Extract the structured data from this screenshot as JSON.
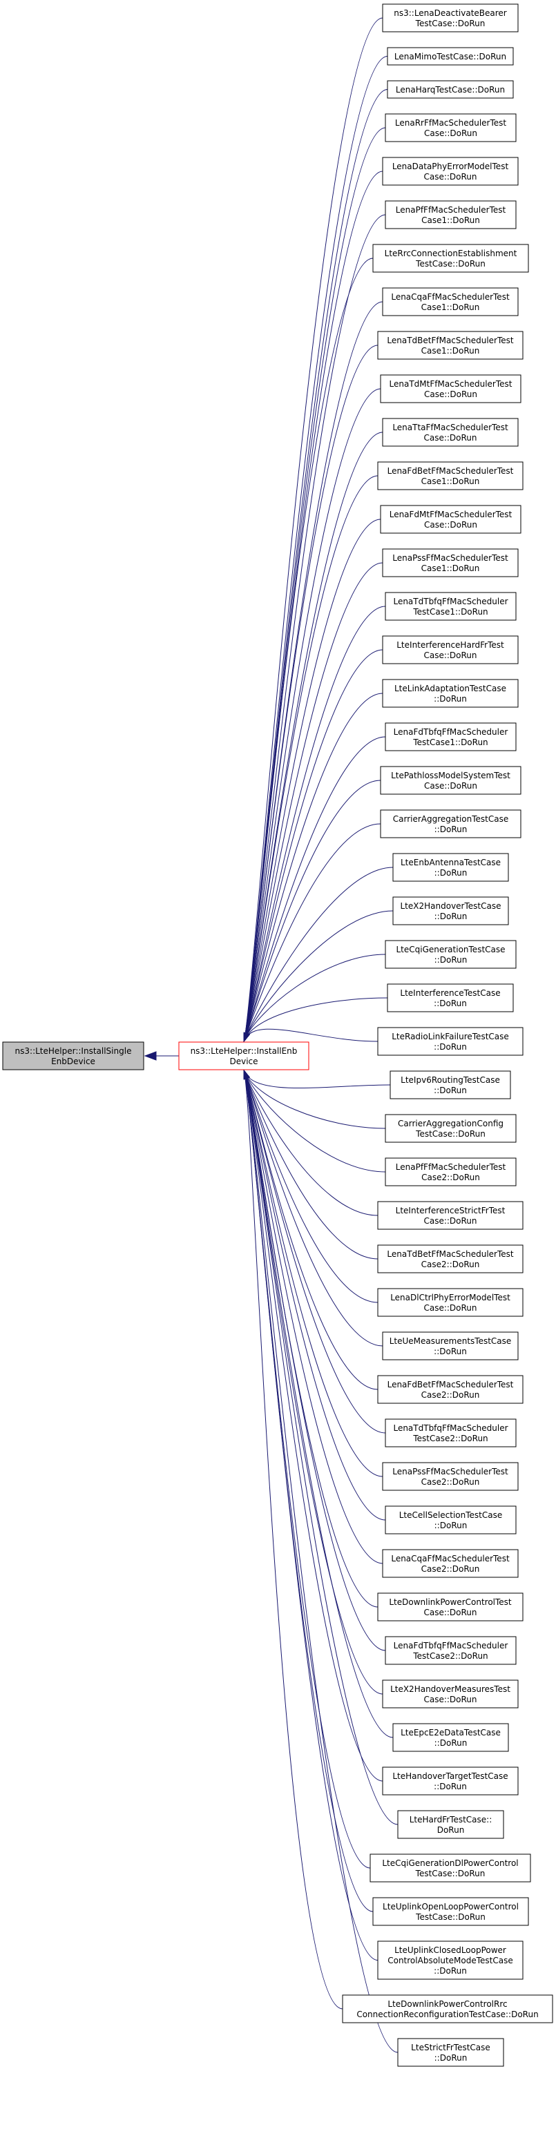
{
  "graph": {
    "root": {
      "lines": [
        "ns3::LteHelper::InstallSingle",
        "EnbDevice"
      ]
    },
    "hub": {
      "lines": [
        "ns3::LteHelper::InstallEnb",
        "Device"
      ]
    },
    "callers": [
      {
        "lines": [
          "ns3::LenaDeactivateBearer",
          "TestCase::DoRun"
        ]
      },
      {
        "lines": [
          "LenaMimoTestCase::DoRun"
        ]
      },
      {
        "lines": [
          "LenaHarqTestCase::DoRun"
        ]
      },
      {
        "lines": [
          "LenaRrFfMacSchedulerTest",
          "Case::DoRun"
        ]
      },
      {
        "lines": [
          "LenaDataPhyErrorModelTest",
          "Case::DoRun"
        ]
      },
      {
        "lines": [
          "LenaPfFfMacSchedulerTest",
          "Case1::DoRun"
        ]
      },
      {
        "lines": [
          "LteRrcConnectionEstablishment",
          "TestCase::DoRun"
        ]
      },
      {
        "lines": [
          "LenaCqaFfMacSchedulerTest",
          "Case1::DoRun"
        ]
      },
      {
        "lines": [
          "LenaTdBetFfMacSchedulerTest",
          "Case1::DoRun"
        ]
      },
      {
        "lines": [
          "LenaTdMtFfMacSchedulerTest",
          "Case::DoRun"
        ]
      },
      {
        "lines": [
          "LenaTtaFfMacSchedulerTest",
          "Case::DoRun"
        ]
      },
      {
        "lines": [
          "LenaFdBetFfMacSchedulerTest",
          "Case1::DoRun"
        ]
      },
      {
        "lines": [
          "LenaFdMtFfMacSchedulerTest",
          "Case::DoRun"
        ]
      },
      {
        "lines": [
          "LenaPssFfMacSchedulerTest",
          "Case1::DoRun"
        ]
      },
      {
        "lines": [
          "LenaTdTbfqFfMacScheduler",
          "TestCase1::DoRun"
        ]
      },
      {
        "lines": [
          "LteInterferenceHardFrTest",
          "Case::DoRun"
        ]
      },
      {
        "lines": [
          "LteLinkAdaptationTestCase",
          "::DoRun"
        ]
      },
      {
        "lines": [
          "LenaFdTbfqFfMacScheduler",
          "TestCase1::DoRun"
        ]
      },
      {
        "lines": [
          "LtePathlossModelSystemTest",
          "Case::DoRun"
        ]
      },
      {
        "lines": [
          "CarrierAggregationTestCase",
          "::DoRun"
        ]
      },
      {
        "lines": [
          "LteEnbAntennaTestCase",
          "::DoRun"
        ]
      },
      {
        "lines": [
          "LteX2HandoverTestCase",
          "::DoRun"
        ]
      },
      {
        "lines": [
          "LteCqiGenerationTestCase",
          "::DoRun"
        ]
      },
      {
        "lines": [
          "LteInterferenceTestCase",
          "::DoRun"
        ]
      },
      {
        "lines": [
          "LteRadioLinkFailureTestCase",
          "::DoRun"
        ]
      },
      {
        "lines": [
          "LteIpv6RoutingTestCase",
          "::DoRun"
        ]
      },
      {
        "lines": [
          "CarrierAggregationConfig",
          "TestCase::DoRun"
        ]
      },
      {
        "lines": [
          "LenaPfFfMacSchedulerTest",
          "Case2::DoRun"
        ]
      },
      {
        "lines": [
          "LteInterferenceStrictFrTest",
          "Case::DoRun"
        ]
      },
      {
        "lines": [
          "LenaTdBetFfMacSchedulerTest",
          "Case2::DoRun"
        ]
      },
      {
        "lines": [
          "LenaDlCtrlPhyErrorModelTest",
          "Case::DoRun"
        ]
      },
      {
        "lines": [
          "LteUeMeasurementsTestCase",
          "::DoRun"
        ]
      },
      {
        "lines": [
          "LenaFdBetFfMacSchedulerTest",
          "Case2::DoRun"
        ]
      },
      {
        "lines": [
          "LenaTdTbfqFfMacScheduler",
          "TestCase2::DoRun"
        ]
      },
      {
        "lines": [
          "LenaPssFfMacSchedulerTest",
          "Case2::DoRun"
        ]
      },
      {
        "lines": [
          "LteCellSelectionTestCase",
          "::DoRun"
        ]
      },
      {
        "lines": [
          "LenaCqaFfMacSchedulerTest",
          "Case2::DoRun"
        ]
      },
      {
        "lines": [
          "LteDownlinkPowerControlTest",
          "Case::DoRun"
        ]
      },
      {
        "lines": [
          "LenaFdTbfqFfMacScheduler",
          "TestCase2::DoRun"
        ]
      },
      {
        "lines": [
          "LteX2HandoverMeasuresTest",
          "Case::DoRun"
        ]
      },
      {
        "lines": [
          "LteEpcE2eDataTestCase",
          "::DoRun"
        ]
      },
      {
        "lines": [
          "LteHandoverTargetTestCase",
          "::DoRun"
        ]
      },
      {
        "lines": [
          "LteHardFrTestCase::",
          "DoRun"
        ]
      },
      {
        "lines": [
          "LteCqiGenerationDlPowerControl",
          "TestCase::DoRun"
        ]
      },
      {
        "lines": [
          "LteUplinkOpenLoopPowerControl",
          "TestCase::DoRun"
        ]
      },
      {
        "lines": [
          "LteUplinkClosedLoopPower",
          "ControlAbsoluteModeTestCase",
          "::DoRun"
        ]
      },
      {
        "lines": [
          "LteDownlinkPowerControlRrc",
          "ConnectionReconfigurationTestCase::DoRun"
        ]
      },
      {
        "lines": [
          "LteStrictFrTestCase",
          "::DoRun"
        ]
      }
    ]
  },
  "colors": {
    "edge": "#191970",
    "root_fill": "#bfbfbf",
    "hub_border": "#ff0000",
    "node_border": "#000000",
    "node_fill": "#ffffff"
  }
}
